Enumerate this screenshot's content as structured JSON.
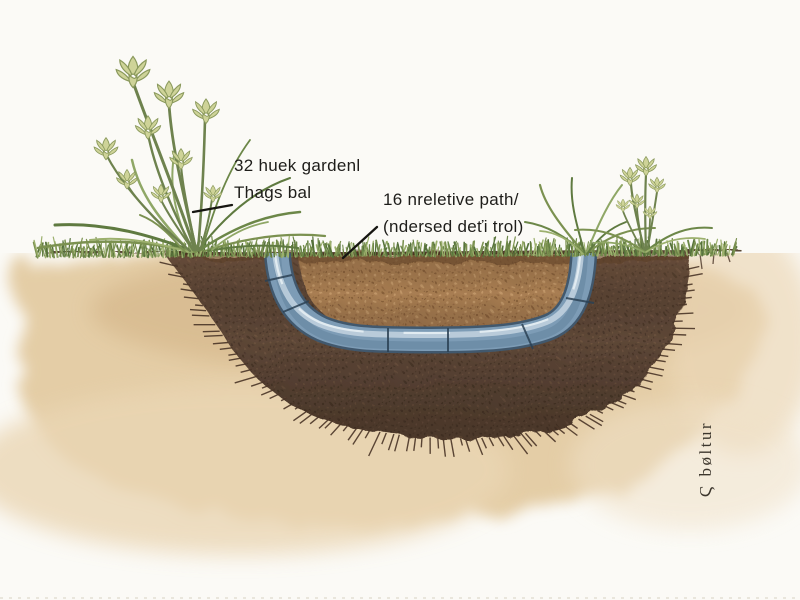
{
  "annotations": {
    "label_plants": {
      "line1": "32 huek gardenl",
      "line2": "Thags bal"
    },
    "label_pipe": {
      "line1": "16 nreletive path/",
      "line2": "(ndersed deťi trol)"
    },
    "signature": "Ϛ bøltur"
  },
  "palette": {
    "background": "#fbfaf6",
    "wash_tan": "#e4cda6",
    "wash_deep": "#d8bb90",
    "soil_dark": "#5e4737",
    "soil_line": "#46311f",
    "gravel": "#a97e52",
    "pipe_blue": "#7d9cb6",
    "pipe_outline": "#41586d",
    "pipe_highlight": "#c3d4e0",
    "grass_green": "#7b9150",
    "grass_dark": "#55713a",
    "seed_head": "#ced398",
    "stem": "#6e824e",
    "ink": "#1e1d1a"
  }
}
